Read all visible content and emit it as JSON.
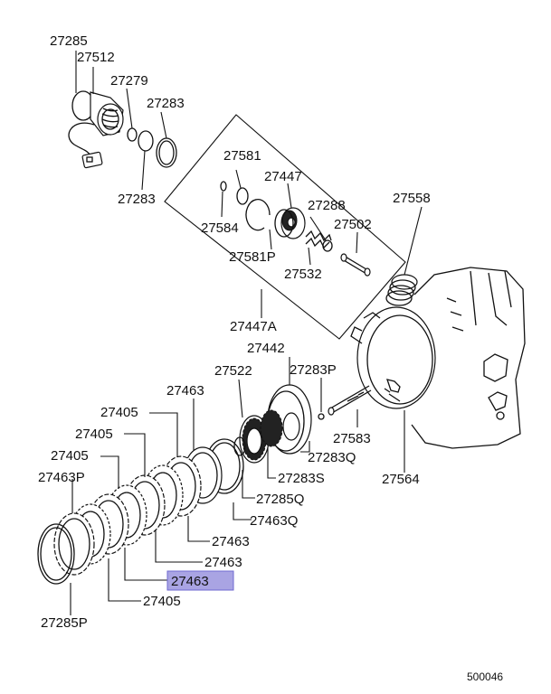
{
  "diagram_code": "500046",
  "highlight_color": "#a9a4e3",
  "labels": [
    {
      "id": "27285",
      "text": "27285"
    },
    {
      "id": "27512",
      "text": "27512"
    },
    {
      "id": "27279",
      "text": "27279"
    },
    {
      "id": "27283-top",
      "text": "27283"
    },
    {
      "id": "27283-left",
      "text": "27283"
    },
    {
      "id": "27581",
      "text": "27581"
    },
    {
      "id": "27447",
      "text": "27447"
    },
    {
      "id": "27288",
      "text": "27288"
    },
    {
      "id": "27558",
      "text": "27558"
    },
    {
      "id": "27584",
      "text": "27584"
    },
    {
      "id": "27502",
      "text": "27502"
    },
    {
      "id": "27581P",
      "text": "27581P"
    },
    {
      "id": "27532",
      "text": "27532"
    },
    {
      "id": "27447A",
      "text": "27447A"
    },
    {
      "id": "27442",
      "text": "27442"
    },
    {
      "id": "27522",
      "text": "27522"
    },
    {
      "id": "27283P",
      "text": "27283P"
    },
    {
      "id": "27463-a",
      "text": "27463"
    },
    {
      "id": "27405-a",
      "text": "27405"
    },
    {
      "id": "27405-b",
      "text": "27405"
    },
    {
      "id": "27405-c",
      "text": "27405"
    },
    {
      "id": "27463P",
      "text": "27463P"
    },
    {
      "id": "27583",
      "text": "27583"
    },
    {
      "id": "27283Q",
      "text": "27283Q"
    },
    {
      "id": "27283S",
      "text": "27283S"
    },
    {
      "id": "27564",
      "text": "27564"
    },
    {
      "id": "27285Q",
      "text": "27285Q"
    },
    {
      "id": "27463Q",
      "text": "27463Q"
    },
    {
      "id": "27463-b",
      "text": "27463"
    },
    {
      "id": "27463-c",
      "text": "27463"
    },
    {
      "id": "27463-hl",
      "text": "27463"
    },
    {
      "id": "27405-d",
      "text": "27405"
    },
    {
      "id": "27285P",
      "text": "27285P"
    }
  ]
}
